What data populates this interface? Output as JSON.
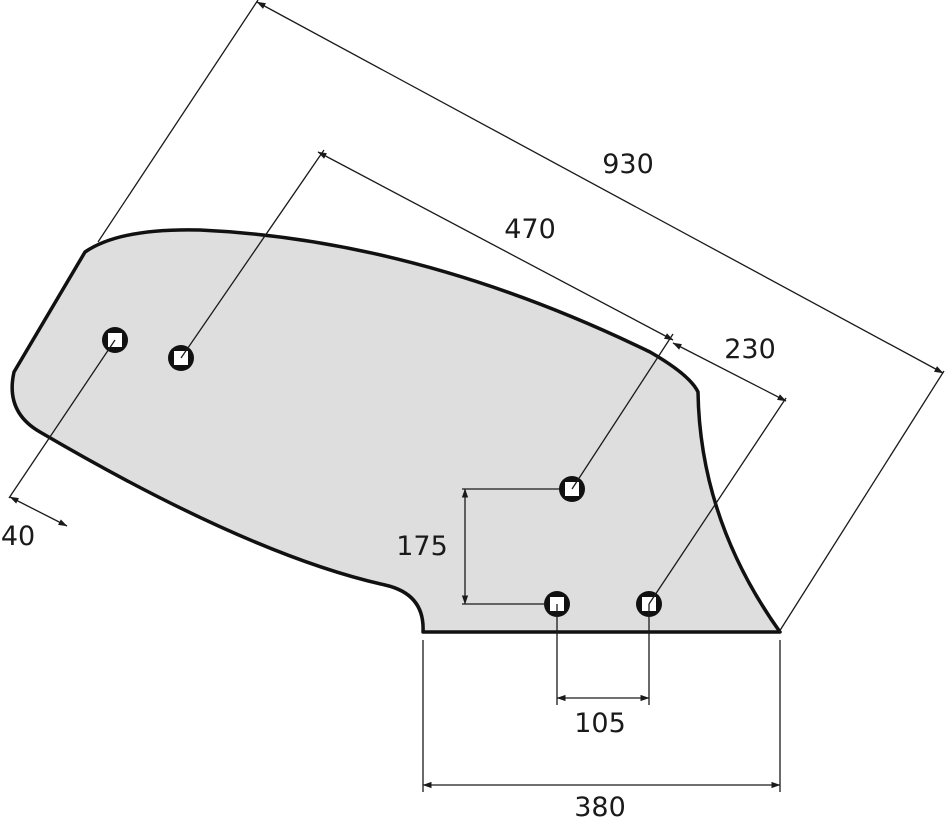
{
  "colors": {
    "share_fill": "#dedede",
    "outline": "#111111",
    "line": "#1a1a1a",
    "background": "#ffffff"
  },
  "dimensions": {
    "overall_length": "930",
    "hole_to_hole_long": "470",
    "hole_to_tip": "230",
    "end_hole_offset": "40",
    "vertical_hole_spacing": "175",
    "bottom_hole_spacing": "105",
    "base_width": "380"
  }
}
